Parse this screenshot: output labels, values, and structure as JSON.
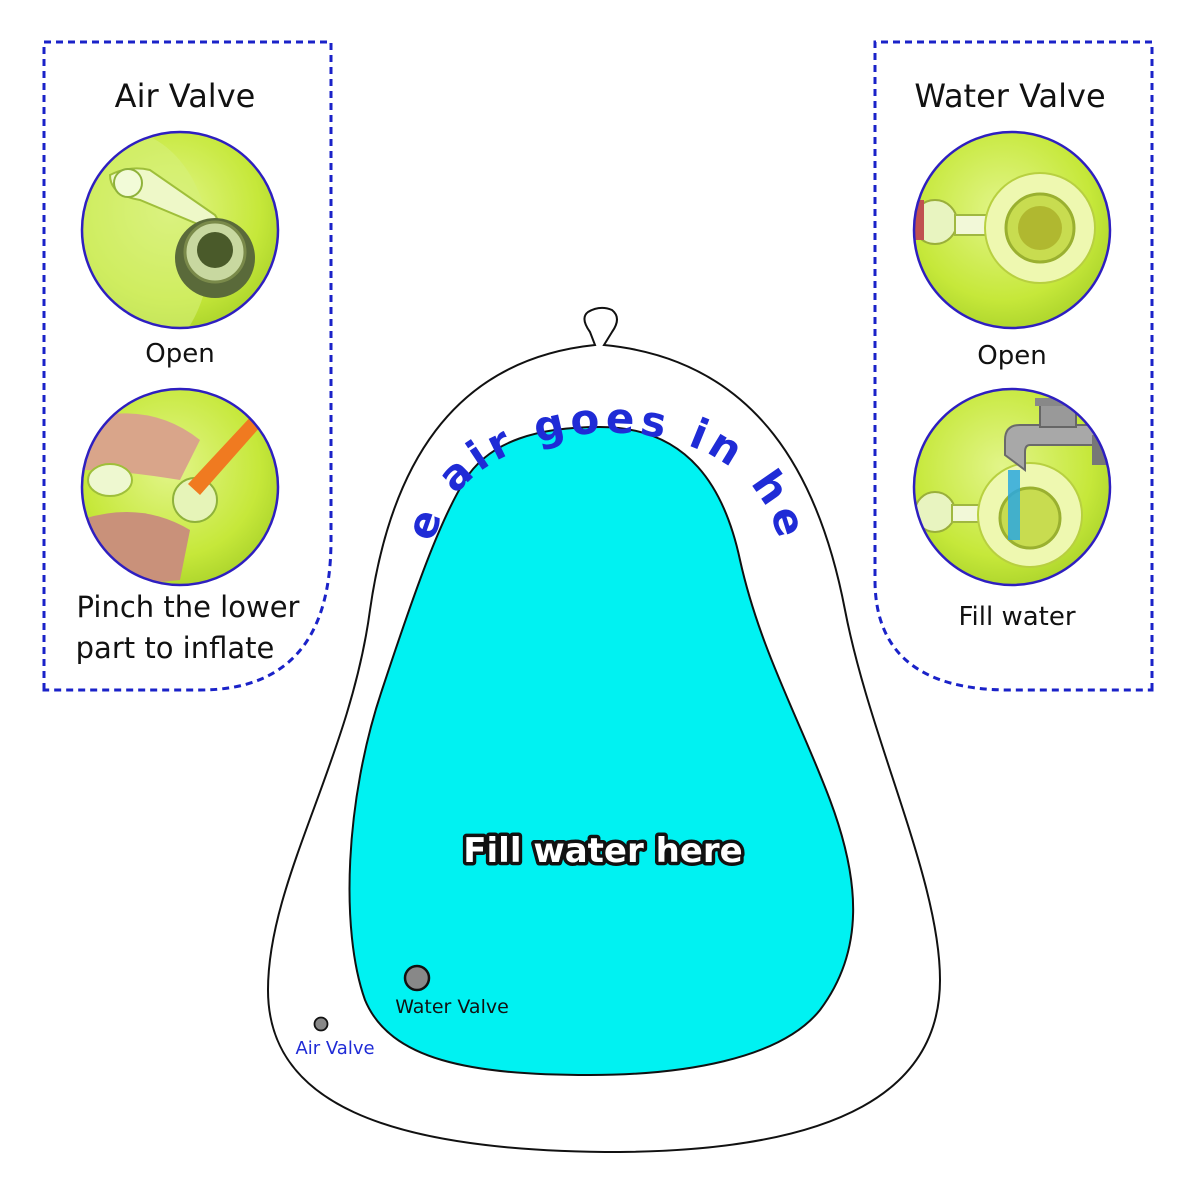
{
  "colors": {
    "panel_border": "#1a22c8",
    "water_fill": "#00f2f2",
    "leaf_green": "#c9ea3a",
    "circle_border": "#2e1fc0",
    "arc_text": "#1f2bd6",
    "valve_gray": "#888888"
  },
  "panels": {
    "air": {
      "title": "Air Valve",
      "open_label": "Open",
      "inflate_line1": "Pinch the lower",
      "inflate_line2": "part to inflate"
    },
    "water": {
      "title": "Water Valve",
      "open_label": "Open",
      "fill_label": "Fill water"
    }
  },
  "diagram": {
    "arc_text": "The air goes in here",
    "fill_text": "Fill water here",
    "water_valve_label": "Water Valve",
    "air_valve_label": "Air Valve"
  }
}
